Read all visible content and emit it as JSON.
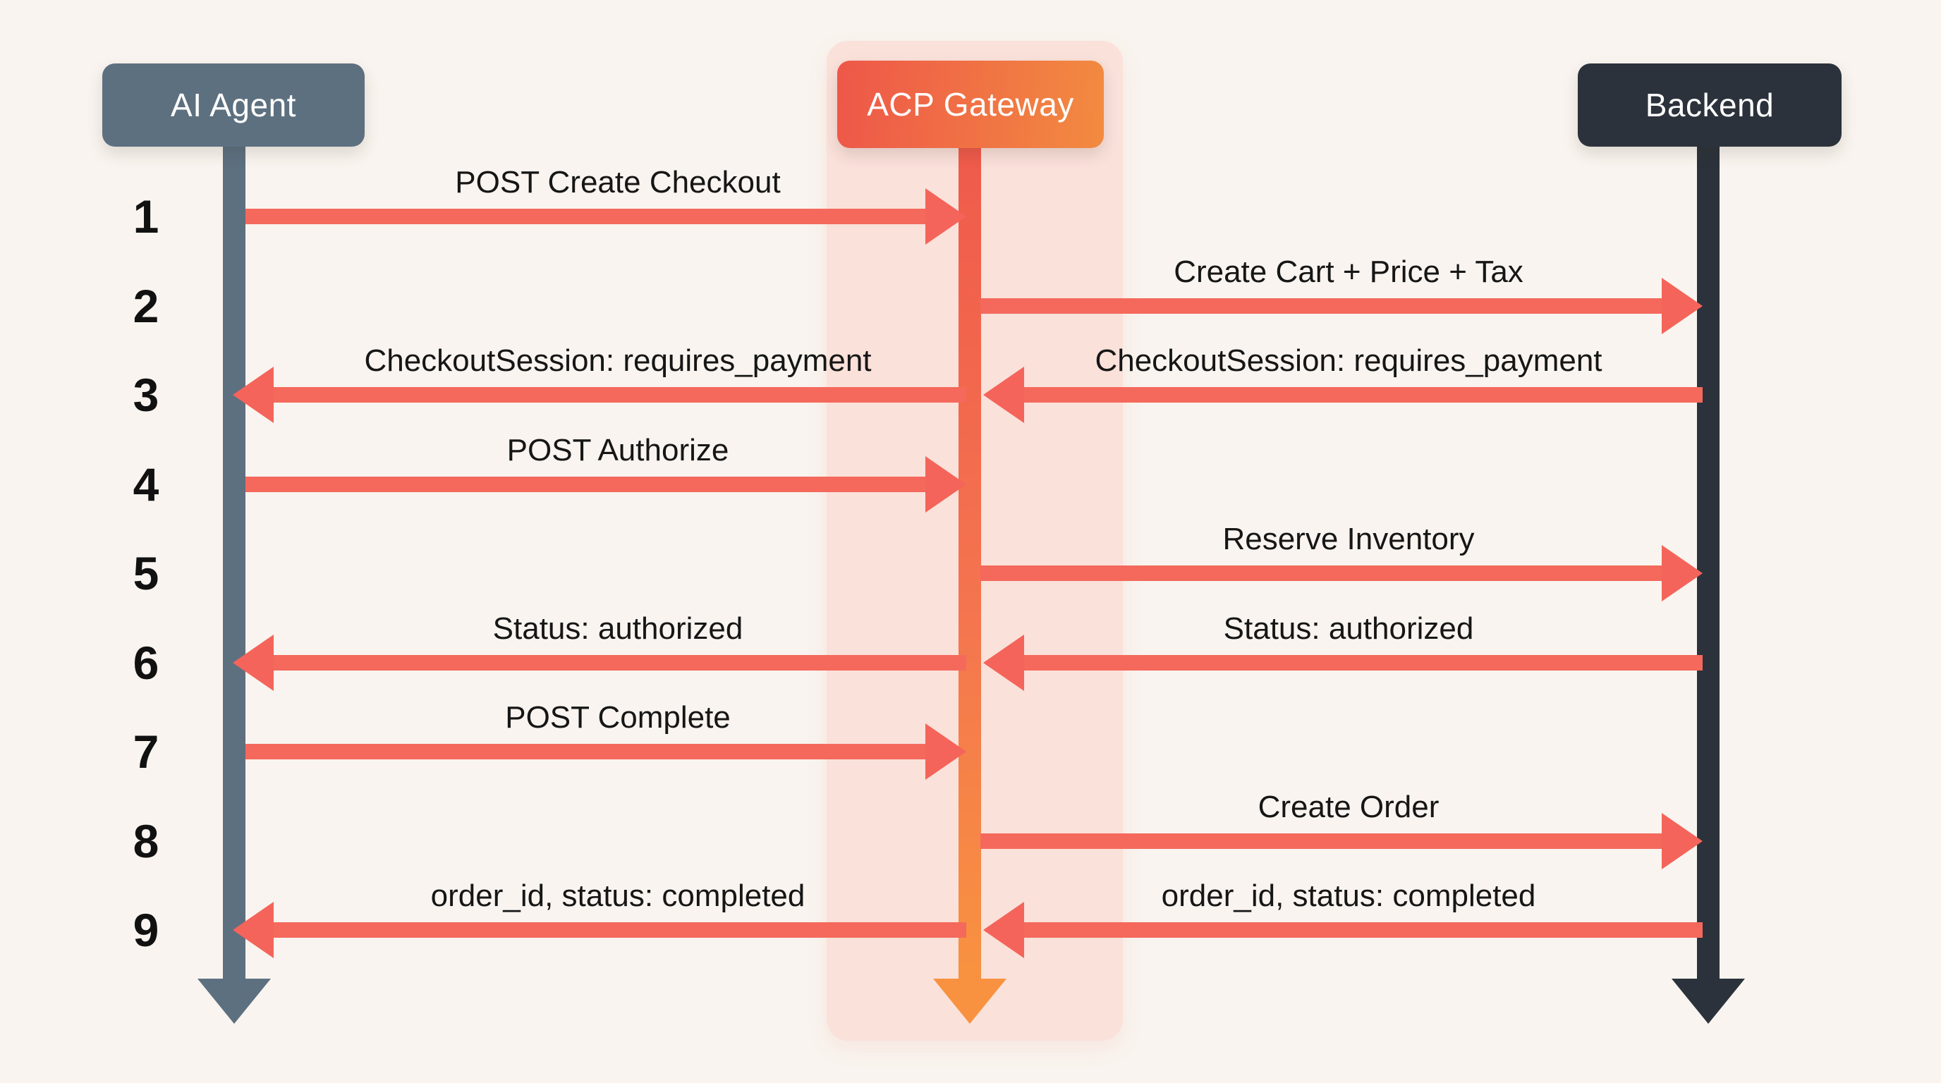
{
  "diagram": {
    "type": "sequence-diagram",
    "actors": [
      {
        "id": "ai-agent",
        "label": "AI Agent"
      },
      {
        "id": "acp-gateway",
        "label": "ACP Gateway"
      },
      {
        "id": "backend",
        "label": "Backend"
      }
    ],
    "steps": [
      {
        "num": "1",
        "messages": [
          {
            "text": "POST Create Checkout",
            "from": "ai-agent",
            "to": "acp-gateway",
            "lane": "left",
            "dir": "right"
          }
        ]
      },
      {
        "num": "2",
        "messages": [
          {
            "text": "Create Cart + Price + Tax",
            "from": "acp-gateway",
            "to": "backend",
            "lane": "right",
            "dir": "right"
          }
        ]
      },
      {
        "num": "3",
        "messages": [
          {
            "text": "CheckoutSession: requires_payment",
            "from": "acp-gateway",
            "to": "ai-agent",
            "lane": "left",
            "dir": "left"
          },
          {
            "text": "CheckoutSession: requires_payment",
            "from": "backend",
            "to": "acp-gateway",
            "lane": "right",
            "dir": "left"
          }
        ]
      },
      {
        "num": "4",
        "messages": [
          {
            "text": "POST Authorize",
            "from": "ai-agent",
            "to": "acp-gateway",
            "lane": "left",
            "dir": "right"
          }
        ]
      },
      {
        "num": "5",
        "messages": [
          {
            "text": "Reserve Inventory",
            "from": "acp-gateway",
            "to": "backend",
            "lane": "right",
            "dir": "right"
          }
        ]
      },
      {
        "num": "6",
        "messages": [
          {
            "text": "Status: authorized",
            "from": "acp-gateway",
            "to": "ai-agent",
            "lane": "left",
            "dir": "left"
          },
          {
            "text": "Status: authorized",
            "from": "backend",
            "to": "acp-gateway",
            "lane": "right",
            "dir": "left"
          }
        ]
      },
      {
        "num": "7",
        "messages": [
          {
            "text": "POST Complete",
            "from": "ai-agent",
            "to": "acp-gateway",
            "lane": "left",
            "dir": "right"
          }
        ]
      },
      {
        "num": "8",
        "messages": [
          {
            "text": "Create Order",
            "from": "acp-gateway",
            "to": "backend",
            "lane": "right",
            "dir": "right"
          }
        ]
      },
      {
        "num": "9",
        "messages": [
          {
            "text": "order_id, status: completed",
            "from": "acp-gateway",
            "to": "ai-agent",
            "lane": "left",
            "dir": "left"
          },
          {
            "text": "order_id, status: completed",
            "from": "backend",
            "to": "acp-gateway",
            "lane": "right",
            "dir": "left"
          }
        ]
      }
    ],
    "colors": {
      "background": "#f9f4ef",
      "lane_band": "#fae1da",
      "agent_slate": "#5d7080",
      "backend_dark": "#2b323b",
      "gateway_red": "#ee5749",
      "gateway_orange": "#f28b40",
      "arrow_salmon": "#f4695c",
      "label_text": "#161616"
    }
  }
}
